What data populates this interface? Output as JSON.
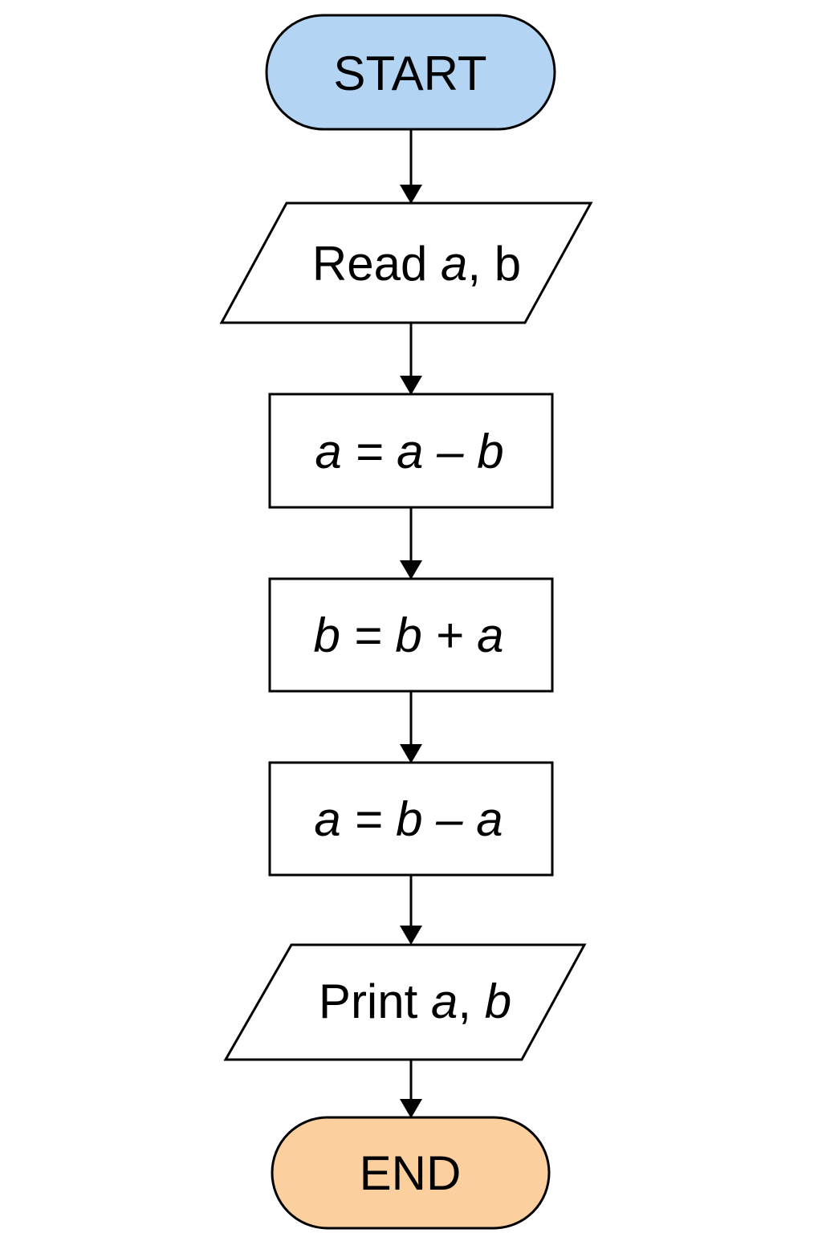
{
  "nodes": {
    "start": {
      "text": "START",
      "color": "#b3d4f2"
    },
    "read": {
      "word": "Read",
      "var_a": "a",
      "rest": ", b"
    },
    "step1": {
      "lhs": "a",
      "eq": " = ",
      "op1": "a",
      "minus": " – ",
      "op2": "b"
    },
    "step2": {
      "lhs": "b",
      "eq": " = ",
      "op1": "b",
      "plus": " + ",
      "op2": "a"
    },
    "step3": {
      "lhs": "a",
      "eq": " = ",
      "op1": "b",
      "minus": " – ",
      "op2": "a"
    },
    "print": {
      "word": "Print",
      "var_a": "a",
      "comma": ", ",
      "var_b": "b"
    },
    "end": {
      "text": "END",
      "color": "#fccf9f"
    }
  }
}
